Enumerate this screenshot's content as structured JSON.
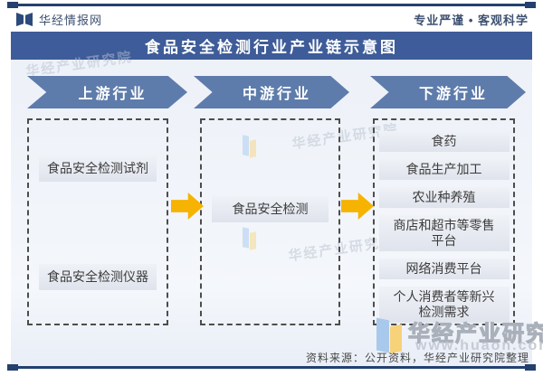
{
  "header": {
    "brand": "华经情报网",
    "tagline": "专业严谨 • 客观科学"
  },
  "title": "食品安全检测行业产业链示意图",
  "stages": [
    {
      "label": "上游行业",
      "items": [
        "食品安全检测试剂",
        "食品安全检测仪器"
      ]
    },
    {
      "label": "中游行业",
      "items": [
        "食品安全检测"
      ]
    },
    {
      "label": "下游行业",
      "items": [
        "食药",
        "食品生产加工",
        "农业种养殖",
        "商店和超市等零售平台",
        "网络消费平台",
        "个人消费者等新兴检测需求"
      ]
    }
  ],
  "watermark": {
    "org": "华经产业研究院",
    "url": "www.huaon.com"
  },
  "footer": {
    "source": "资料来源：公开资料，华经产业研究院整理"
  },
  "colors": {
    "title_bar": "#3e5c99",
    "stage_banner": "#5e7cab",
    "flow_arrow": "#f6b301",
    "rule": "#24406e",
    "node_bg": "#e4e8ef",
    "node_text": "#3c3c3c",
    "content_bg": "#edf1f8"
  }
}
